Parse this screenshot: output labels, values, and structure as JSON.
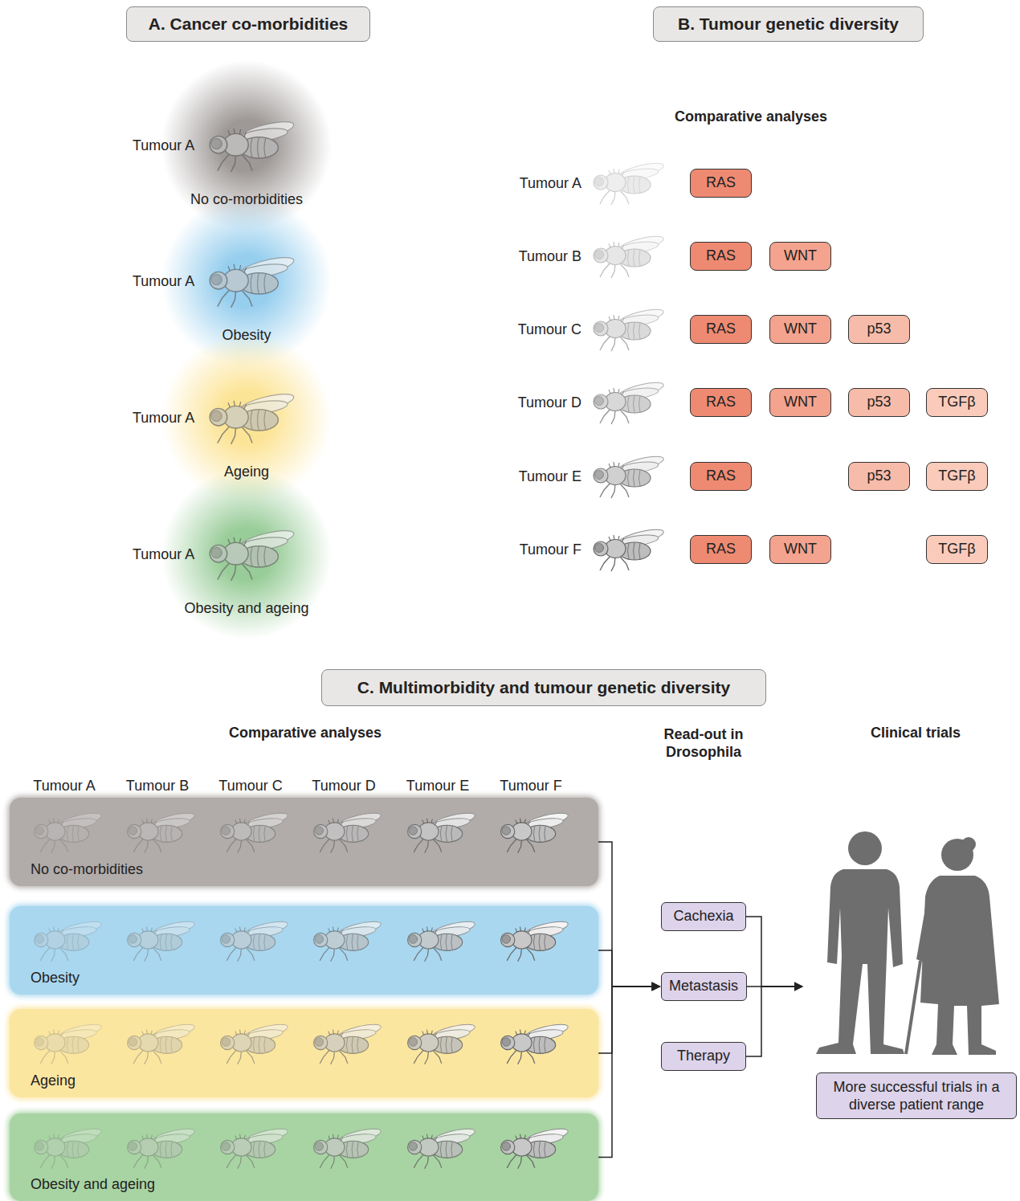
{
  "diagram": {
    "nodes": [
      {
        "text": [
          "A. Cancer co-morbidities"
        ]
      },
      {
        "text": [
          "B. Tumour genetic diversity"
        ]
      },
      {
        "text": [
          "Tumour A",
          "No co-morbidities"
        ]
      },
      {
        "text": [
          "Tumour A",
          "Obesity"
        ]
      },
      {
        "text": [
          "Tumour A",
          "Ageing"
        ]
      },
      {
        "text": [
          "Tumour A",
          "Obesity and ageing"
        ]
      },
      {
        "text": [
          "RAS"
        ]
      },
      {
        "text": [
          "RAS"
        ]
      },
      {
        "text": [
          "WNT"
        ]
      },
      {
        "text": [
          "RAS"
        ]
      },
      {
        "text": [
          "WNT"
        ]
      },
      {
        "text": [
          "p53"
        ]
      },
      {
        "text": [
          "RAS"
        ]
      },
      {
        "text": [
          "WNT"
        ]
      },
      {
        "text": [
          "p53"
        ]
      },
      {
        "text": [
          "TGFβ"
        ]
      },
      {
        "text": [
          "RAS"
        ]
      },
      {
        "text": [
          "p53"
        ]
      },
      {
        "text": [
          "TGFβ"
        ]
      },
      {
        "text": [
          "RAS"
        ]
      },
      {
        "text": [
          "WNT"
        ]
      },
      {
        "text": [
          "TGFβ"
        ]
      },
      {
        "text": [
          "C. Multimorbidity and tumour genetic diversity"
        ]
      },
      {
        "text": [
          "No co-morbidities"
        ]
      },
      {
        "text": [
          "Obesity"
        ]
      },
      {
        "text": [
          "Ageing"
        ]
      },
      {
        "text": [
          "Obesity and ageing"
        ]
      },
      {
        "text": [
          "Cachexia"
        ]
      },
      {
        "text": [
          "Metastasis"
        ]
      },
      {
        "text": [
          "Therapy"
        ]
      },
      {
        "text": [
          "More successful trials in a diverse patient range"
        ]
      }
    ],
    "edges": [
      {
        "from": 23,
        "to": 28,
        "arrow": "to"
      },
      {
        "from": 24,
        "to": 28,
        "arrow": "to"
      },
      {
        "from": 25,
        "to": 28,
        "arrow": "to"
      },
      {
        "from": 26,
        "to": 28,
        "arrow": "to"
      },
      {
        "from": 27,
        "to": 30,
        "arrow": "to"
      },
      {
        "from": 28,
        "to": 30,
        "arrow": "to"
      },
      {
        "from": 29,
        "to": 30,
        "arrow": "to"
      }
    ],
    "labels": [
      "Comparative analyses",
      "Tumour A",
      "Tumour B",
      "Tumour C",
      "Tumour D",
      "Tumour E",
      "Tumour F",
      "Comparative analyses",
      "Tumour A",
      "Tumour B",
      "Tumour C",
      "Tumour D",
      "Tumour E",
      "Tumour F",
      "Read-out in Drosophila",
      "Clinical trials"
    ]
  }
}
